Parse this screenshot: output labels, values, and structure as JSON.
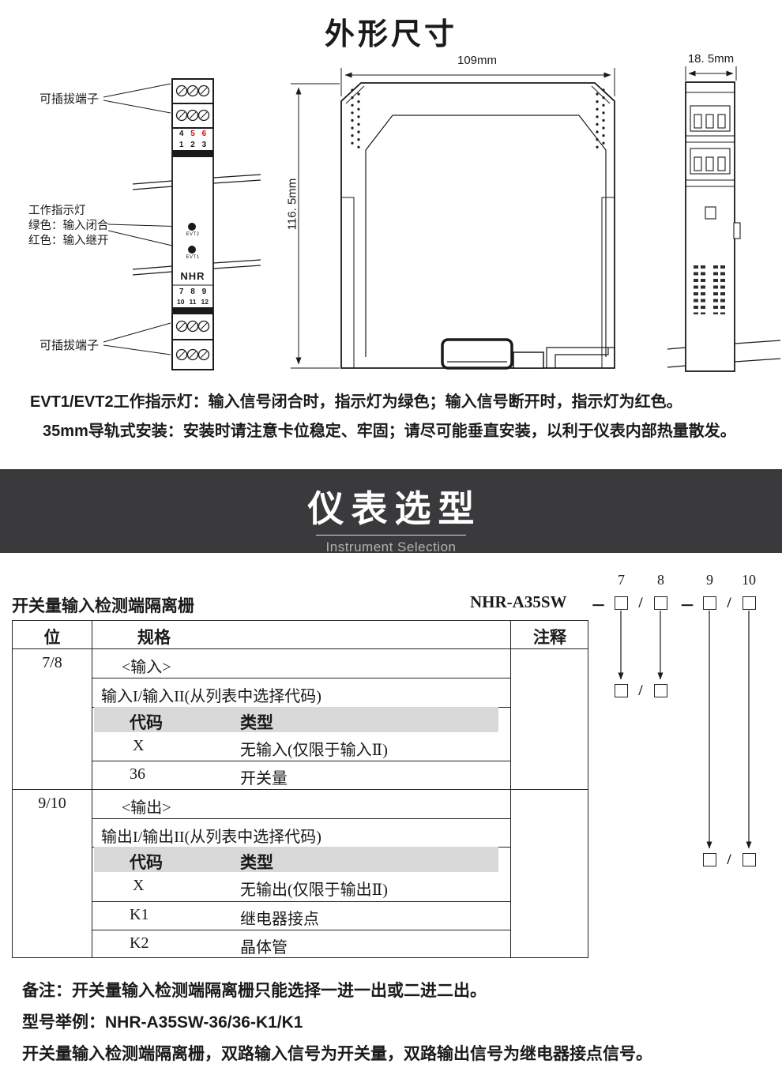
{
  "colors": {
    "accent_red": "#e60012",
    "banner_bg": "#3a3a3c",
    "table_band": "#d9d9d9",
    "ink": "#1a1a1a"
  },
  "outline": {
    "title": "外形尺寸",
    "labels": {
      "terminal_top": "可插拔端子",
      "terminal_bottom": "可插拔端子",
      "indicator_title": "工作指示灯",
      "indicator_green": "绿色：输入闭合",
      "indicator_red": "红色：输入继开"
    },
    "dims": {
      "width": "109mm",
      "height": "116. 5mm",
      "depth": "18. 5mm"
    },
    "device": {
      "terminals_top": [
        "4",
        "5",
        "6"
      ],
      "terminals_top2": [
        "1",
        "2",
        "3"
      ],
      "evt2": "EVT2",
      "evt1": "EVT1",
      "brand": "NHR",
      "terminals_bottom": [
        "7",
        "8",
        "9"
      ],
      "terminals_bottom2": [
        "10",
        "11",
        "12"
      ]
    },
    "notes": [
      "EVT1/EVT2工作指示灯：输入信号闭合时，指示灯为绿色；输入信号断开时，指示灯为红色。",
      "35mm导轨式安装：安装时请注意卡位稳定、牢固；请尽可能垂直安装，以利于仪表内部热量散发。"
    ]
  },
  "banner": {
    "title": "仪表选型",
    "subtitle": "Instrument Selection"
  },
  "selection": {
    "product": "开关量输入检测端隔离栅",
    "model": "NHR-A35SW",
    "sep_dash": "－",
    "sep_slash": "/",
    "digits": [
      "7",
      "8",
      "9",
      "10"
    ],
    "table": {
      "col_pos": "位",
      "col_spec": "规格",
      "col_note": "注释",
      "code_header": "代码",
      "type_header": "类型",
      "sections": [
        {
          "pos": "7/8",
          "group": "<输入>",
          "desc": "输入I/输入II(从列表中选择代码)",
          "rows": [
            {
              "code": "X",
              "type": "无输入(仅限于输入Ⅱ)"
            },
            {
              "code": "36",
              "type": "开关量"
            }
          ]
        },
        {
          "pos": "9/10",
          "group": "<输出>",
          "desc": "输出I/输出II(从列表中选择代码)",
          "rows": [
            {
              "code": "X",
              "type": "无输出(仅限于输出Ⅱ)"
            },
            {
              "code": "K1",
              "type": "继电器接点"
            },
            {
              "code": "K2",
              "type": "晶体管"
            }
          ]
        }
      ]
    },
    "notes": [
      "备注：开关量输入检测端隔离栅只能选择一进一出或二进二出。",
      "型号举例：NHR-A35SW-36/36-K1/K1",
      "开关量输入检测端隔离栅，双路输入信号为开关量，双路输出信号为继电器接点信号。"
    ]
  }
}
